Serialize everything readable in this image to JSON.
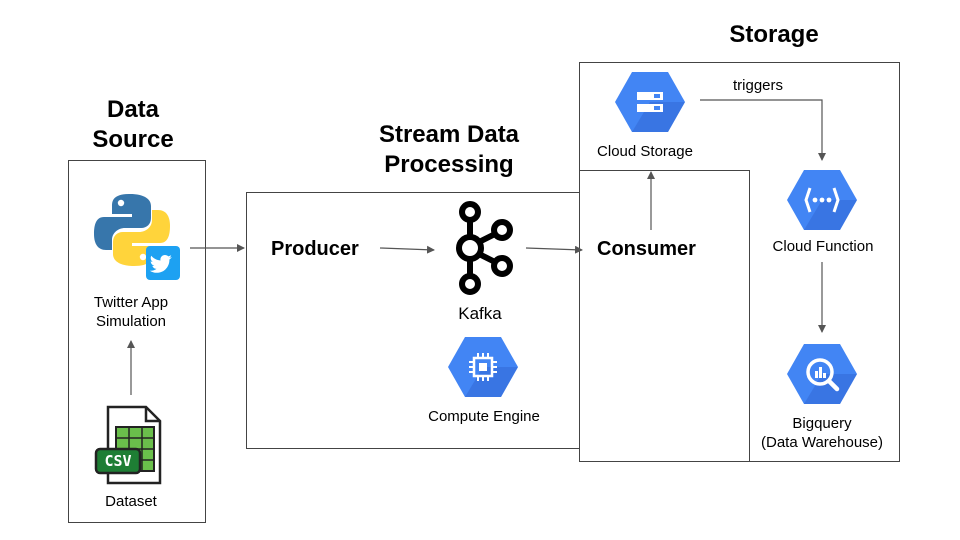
{
  "sections": {
    "data_source": "Data Source",
    "stream_processing": "Stream Data Processing",
    "storage": "Storage"
  },
  "nodes": {
    "twitter_app": "Twitter App Simulation",
    "dataset": "Dataset",
    "csv_badge": "CSV",
    "producer": "Producer",
    "kafka": "Kafka",
    "consumer": "Consumer",
    "compute_engine": "Compute Engine",
    "cloud_storage": "Cloud Storage",
    "cloud_function": "Cloud Function",
    "bigquery_line1": "Bigquery",
    "bigquery_line2": "(Data Warehouse)"
  },
  "edges": {
    "triggers": "triggers"
  },
  "colors": {
    "gcp_blue": "#4285F4",
    "gcp_blue_dark": "#3367D6",
    "twitter_blue": "#1DA1F2",
    "python_blue": "#3776AB",
    "python_yellow": "#FFD43B",
    "csv_green": "#1E7E34"
  },
  "icons": {
    "python": "python-logo-icon",
    "twitter": "twitter-bird-icon",
    "csv": "csv-file-icon",
    "kafka": "kafka-logo-icon",
    "compute_engine": "compute-engine-icon",
    "cloud_storage": "cloud-storage-icon",
    "cloud_function": "cloud-function-icon",
    "bigquery": "bigquery-icon"
  }
}
